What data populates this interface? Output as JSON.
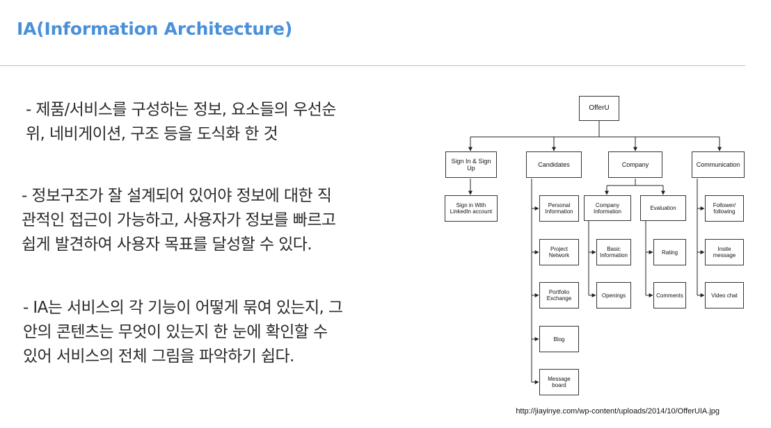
{
  "title": "IA(Information Architecture)",
  "paragraphs": [
    {
      "lines": [
        "- 제품/서비스를 구성하는 정보, 요소들의 우선순",
        "위, 네비게이션, 구조 등을 도식화 한 것"
      ]
    },
    {
      "lines": [
        "- 정보구조가 잘 설계되어 있어야 정보에 대한 직",
        "관적인 접근이 가능하고, 사용자가 정보를 빠르고",
        "쉽게 발견하여 사용자 목표를 달성할 수 있다."
      ]
    },
    {
      "lines": [
        "- IA는 서비스의 각 기능이 어떻게 묶여 있는지, 그",
        "안의 콘텐츠는 무엇이 있는지 한 눈에 확인할 수",
        "있어 서비스의 전체 그림을 파악하기 쉽다."
      ]
    }
  ],
  "diagram": {
    "root": "OfferU",
    "sign_in": "Sign In & Sign Up",
    "sign_in_linkedin": "Sign in With LinkedIn account",
    "candidates": "Candidates",
    "candidates_children": [
      "Personal Information",
      "Project Network",
      "Portfolio Exchange",
      "Blog",
      "Message board"
    ],
    "company": "Company",
    "company_information": "Company Information",
    "company_info_children": [
      "Basic Information",
      "Openings"
    ],
    "evaluation": "Evaluation",
    "evaluation_children": [
      "Rating",
      "Comments"
    ],
    "communication": "Communication",
    "communication_children": [
      "Follower/ following",
      "Insite message",
      "Video chat"
    ]
  },
  "source_url": "http://jiayinye.com/wp-content/uploads/2014/10/OfferUIA.jpg"
}
